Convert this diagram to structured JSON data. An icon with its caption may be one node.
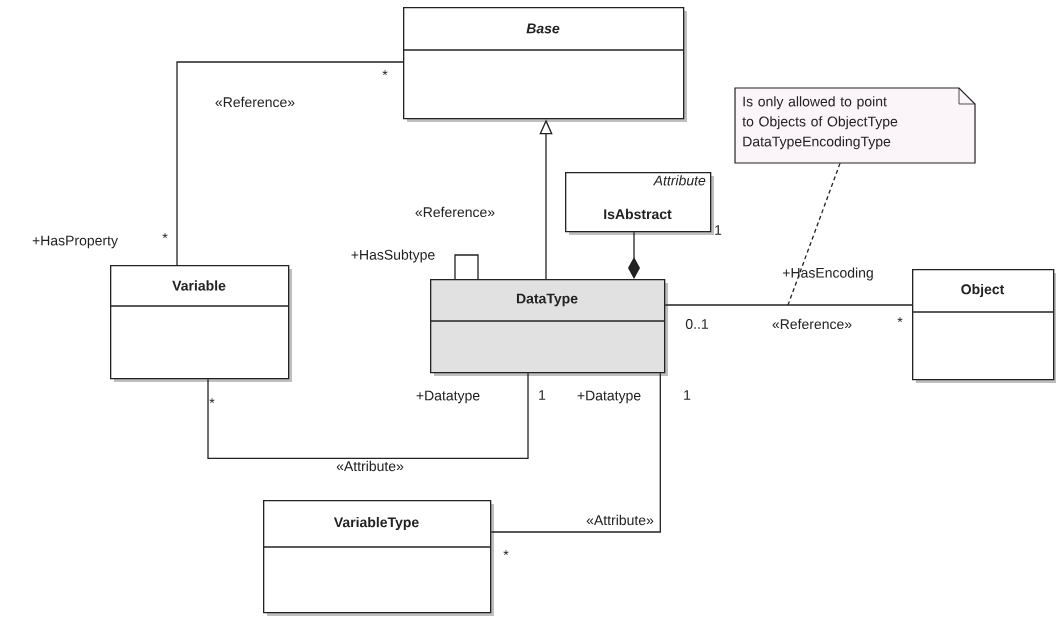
{
  "diagram": {
    "nodes": [
      {
        "text": [
          "Base"
        ]
      },
      {
        "text": [
          "Is only allowed to point to Objects of ObjectType DataTypeEncodingType"
        ]
      },
      {
        "text": [
          "Attribute",
          "IsAbstract"
        ]
      },
      {
        "text": [
          "Variable"
        ]
      },
      {
        "text": [
          "DataType"
        ]
      },
      {
        "text": [
          "Object"
        ]
      },
      {
        "text": [
          "VariableType"
        ]
      }
    ],
    "edges": [
      {
        "from": 3,
        "to": 0,
        "arrow": "none",
        "label": "«Reference»"
      },
      {
        "from": 4,
        "to": 0,
        "arrow": "to"
      },
      {
        "from": 4,
        "to": 4,
        "arrow": "none",
        "label": "«Reference»"
      },
      {
        "from": 2,
        "to": 4,
        "arrow": "other"
      },
      {
        "from": 4,
        "to": 5,
        "arrow": "none",
        "label": "«Reference»"
      },
      {
        "from": 3,
        "to": 4,
        "arrow": "none",
        "label": "«Attribute»"
      },
      {
        "from": 6,
        "to": 4,
        "arrow": "none",
        "label": "«Attribute»"
      },
      {
        "from": 1,
        "to": null,
        "arrow": "none",
        "style": "dashed"
      }
    ],
    "labels": [
      "*",
      "+HasProperty",
      "*",
      "+HasSubtype",
      "1",
      "+HasEncoding",
      "0..1",
      "*",
      "*",
      "+Datatype",
      "1",
      "+Datatype",
      "1",
      "*"
    ]
  }
}
